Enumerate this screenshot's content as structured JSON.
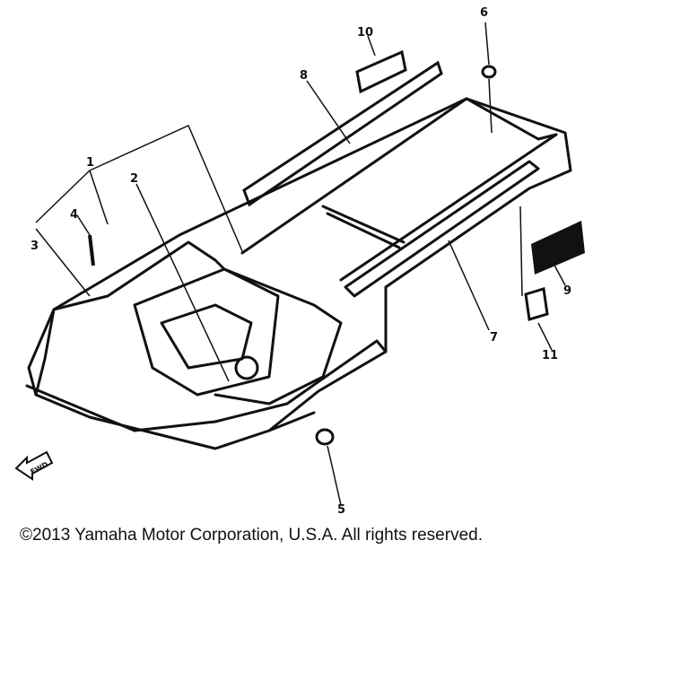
{
  "callouts": {
    "c1": "1",
    "c2": "2",
    "c3": "3",
    "c4": "4",
    "c5": "5",
    "c6": "6",
    "c7": "7",
    "c8": "8",
    "c9": "9",
    "c10": "10",
    "c11": "11"
  },
  "direction_arrow": "FWD",
  "copyright": "©2013 Yamaha Motor Corporation, U.S.A. All rights reserved.",
  "colors": {
    "ink": "#111111",
    "background": "#ffffff"
  }
}
